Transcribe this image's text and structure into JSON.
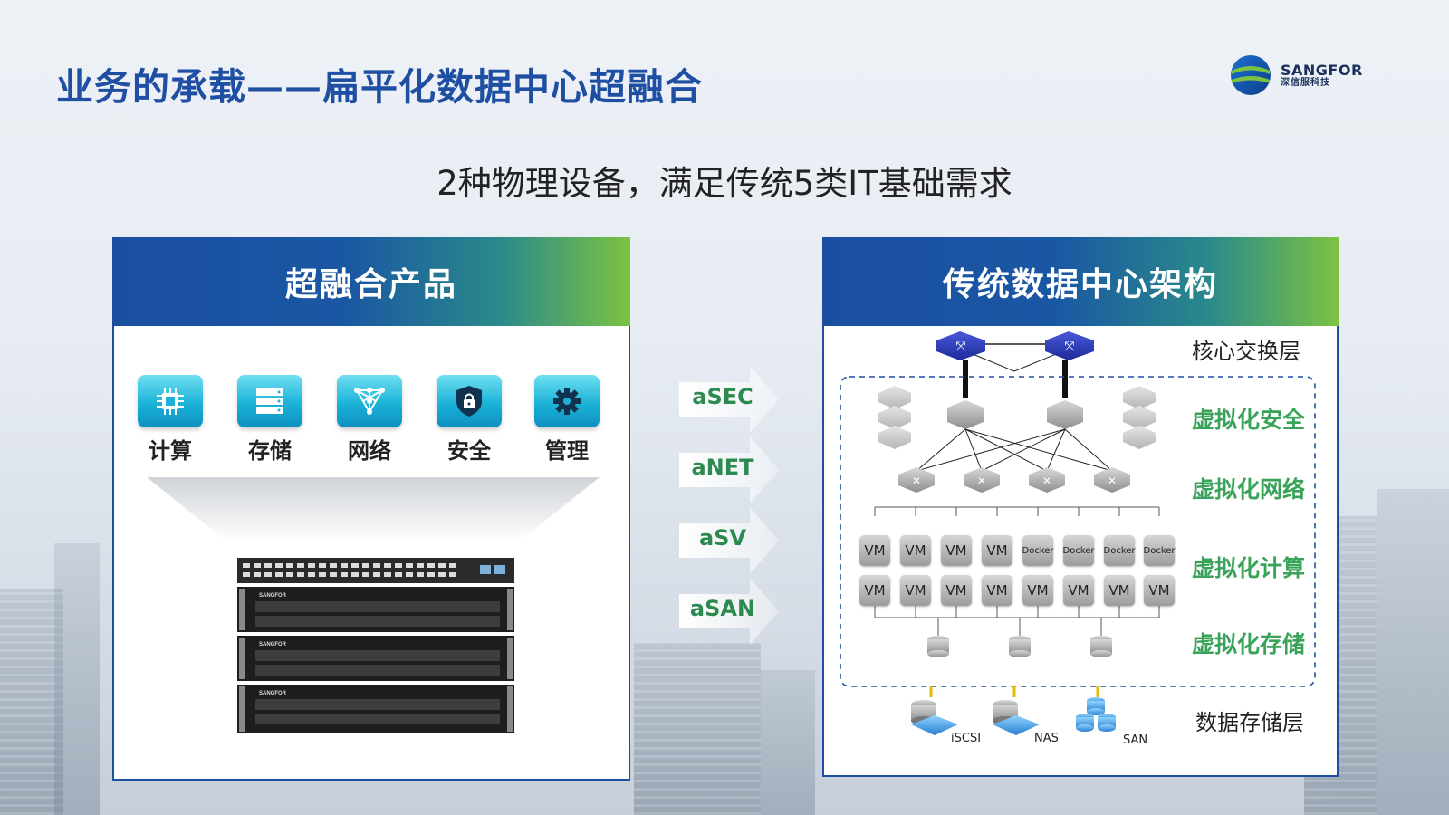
{
  "title": "业务的承载——扁平化数据中心超融合",
  "subtitle": "2种物理设备，满足传统5类IT基础需求",
  "logo": {
    "name": "SANGFOR",
    "cn": "深信服科技"
  },
  "left_panel": {
    "header": "超融合产品",
    "features": [
      {
        "label": "计算",
        "icon": "chip-icon"
      },
      {
        "label": "存储",
        "icon": "storage-icon"
      },
      {
        "label": "网络",
        "icon": "network-icon"
      },
      {
        "label": "安全",
        "icon": "shield-lock-icon"
      },
      {
        "label": "管理",
        "icon": "gear-icon"
      }
    ],
    "rack_brand": "SANGFOR"
  },
  "arrows": [
    "aSEC",
    "aNET",
    "aSV",
    "aSAN"
  ],
  "right_panel": {
    "header": "传统数据中心架构",
    "layers": {
      "core": "核心交换层",
      "security": "虚拟化安全",
      "network": "虚拟化网络",
      "compute": "虚拟化计算",
      "storage": "虚拟化存储",
      "data_storage": "数据存储层"
    },
    "vm_row1": [
      "VM",
      "VM",
      "VM",
      "VM",
      "Docker",
      "Docker",
      "Docker",
      "Docker"
    ],
    "vm_row2": [
      "VM",
      "VM",
      "VM",
      "VM",
      "VM",
      "VM",
      "VM",
      "VM"
    ],
    "storage_types": [
      "iSCSI",
      "NAS",
      "SAN"
    ]
  },
  "colors": {
    "title_blue": "#1f4fa3",
    "accent_green": "#3aa35a",
    "icon_cyan": "#1cb2d8"
  }
}
